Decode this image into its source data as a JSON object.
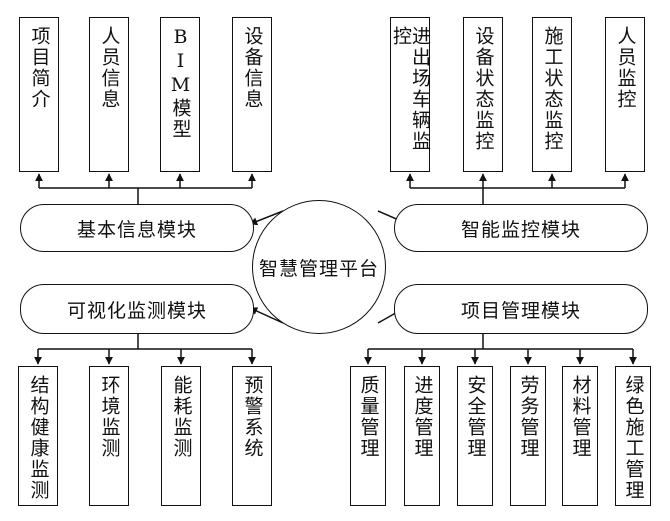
{
  "hub": {
    "label": "智慧管理平台"
  },
  "modules": {
    "basic": {
      "label": "基本信息模块",
      "items": [
        "项目简介",
        "人员信息",
        "BIM模型",
        "设备信息"
      ]
    },
    "smart": {
      "label": "智能监控模块",
      "items": [
        "进出场车辆监控",
        "设备状态监控",
        "施工状态监控",
        "人员监控"
      ]
    },
    "visual": {
      "label": "可视化监测模块",
      "items": [
        "结构健康监测",
        "环境监测",
        "能耗监测",
        "预警系统"
      ]
    },
    "project": {
      "label": "项目管理模块",
      "items": [
        "质量管理",
        "进度管理",
        "安全管理",
        "劳务管理",
        "材料管理",
        "绿色施工管理"
      ]
    }
  }
}
